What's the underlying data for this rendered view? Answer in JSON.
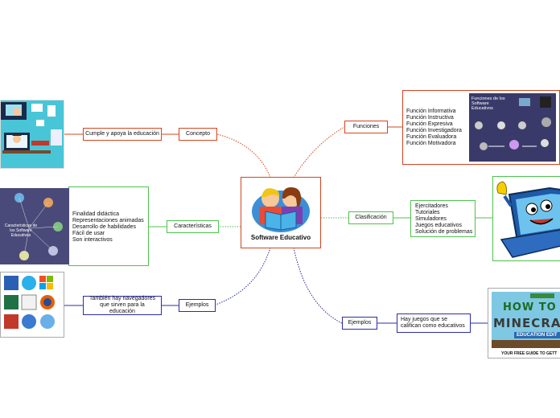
{
  "center": {
    "title": "Software Educativo"
  },
  "branches": {
    "concepto": {
      "label": "Concepto",
      "detail": "Cumple y apoya la educación"
    },
    "caracteristicas": {
      "label": "Características",
      "items": [
        "Finalidad didáctica",
        "Representaciones animadas",
        "Desarrollo de habilidades",
        "Fácil de usar",
        "Son interactivos"
      ]
    },
    "ejemplos_left": {
      "label": "Ejemplos",
      "detail": "También hay navegadores que sirven para la educación"
    },
    "funciones": {
      "label": "Funciones",
      "items": [
        "Función Informativa",
        "Función Instructiva",
        "Función Expresiva",
        "Función Investigadora",
        "Función Evaluadora",
        "Función Motivadora"
      ]
    },
    "clasificacion": {
      "label": "Clasificación",
      "items": [
        "Ejercitadores",
        "Tutoriales",
        "Simuladores",
        "Juegos educativos",
        "Solución de problemas"
      ]
    },
    "ejemplos_right": {
      "label": "Ejemplos",
      "detail": "Hay juegos que se califican como educativos"
    }
  },
  "images": {
    "funciones_diagram_title": "Funciones de los Software Educativos",
    "minecraft_line1": "HOW TO",
    "minecraft_line2": "MINECRA",
    "minecraft_line3": "EDUCATION EDIT",
    "minecraft_footer": "YOUR FREE GUIDE TO GETT",
    "caracteristicas_diagram_title": "Características de los Software Educativos"
  },
  "colors": {
    "red": "#d4451f",
    "green": "#4ec24e",
    "blue": "#2c2ca6"
  }
}
